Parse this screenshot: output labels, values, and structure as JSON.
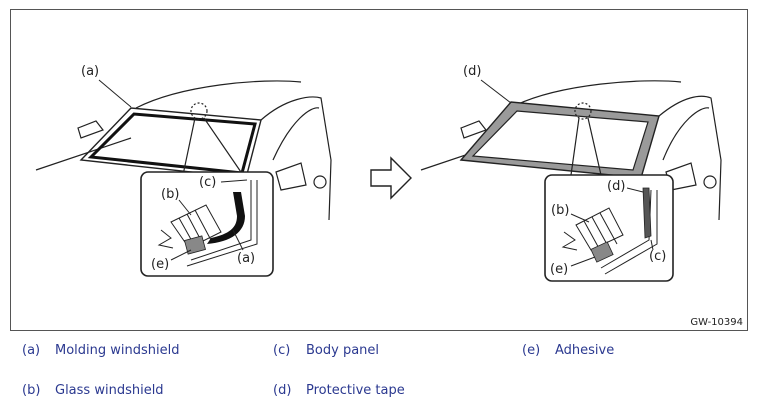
{
  "figure": {
    "callouts": {
      "left_a": "(a)",
      "left_b": "(b)",
      "left_c": "(c)",
      "left_e": "(e)",
      "left_a2": "(a)",
      "right_d": "(d)",
      "right_b": "(b)",
      "right_d2": "(d)",
      "right_e": "(e)",
      "right_c": "(c)"
    },
    "code": "GW-10394"
  },
  "legend": {
    "items": [
      {
        "key": "(a)",
        "label": "Molding windshield"
      },
      {
        "key": "(b)",
        "label": "Glass windshield"
      },
      {
        "key": "(c)",
        "label": "Body panel"
      },
      {
        "key": "(d)",
        "label": "Protective tape"
      },
      {
        "key": "(e)",
        "label": "Adhesive"
      }
    ]
  }
}
